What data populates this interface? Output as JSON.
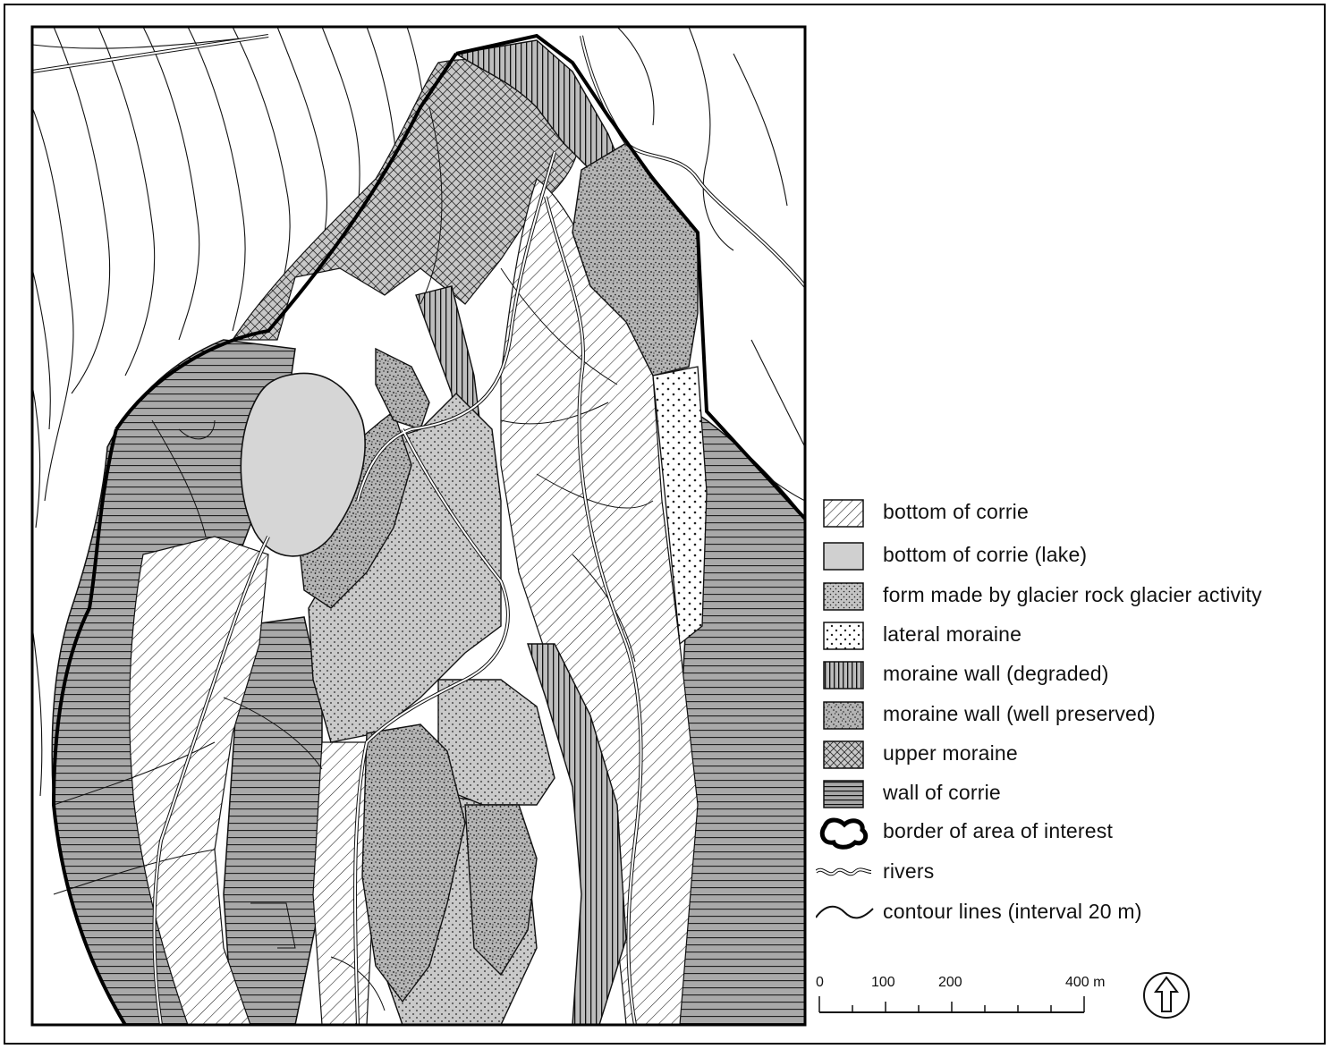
{
  "legend": [
    {
      "key": "bottom-of-corrie",
      "label": "bottom of corrie",
      "pattern": "hatch-diag"
    },
    {
      "key": "bottom-of-corrie-lake",
      "label": "bottom of corrie (lake)",
      "pattern": "gray-solid"
    },
    {
      "key": "form-glacier",
      "label": " form made by glacier rock glacier activity",
      "pattern": "dots-dense"
    },
    {
      "key": "lateral-moraine",
      "label": "lateral moraine",
      "pattern": "dots-sparse"
    },
    {
      "key": "moraine-degraded",
      "label": "moraine wall (degraded)",
      "pattern": "vertical"
    },
    {
      "key": "moraine-preserved",
      "label": "moraine wall (well preserved)",
      "pattern": "stipple"
    },
    {
      "key": "upper-moraine",
      "label": "upper moraine",
      "pattern": "crosshatch"
    },
    {
      "key": "wall-of-corrie",
      "label": "wall of corrie",
      "pattern": "horizontal"
    },
    {
      "key": "border",
      "label": "border of area of interest",
      "pattern": "border"
    },
    {
      "key": "rivers",
      "label": "rivers",
      "pattern": "river"
    },
    {
      "key": "contours",
      "label": "contour lines (interval 20 m)",
      "pattern": "contour"
    }
  ],
  "scale": {
    "ticks": [
      "0",
      "100",
      "200",
      "400 m"
    ]
  },
  "colors": {
    "ink": "#111111",
    "fill_gray": "#c8c8c8",
    "fill_dark": "#9a9a9a",
    "lake": "#d6d6d6"
  },
  "icons": {
    "north": "north-arrow-icon"
  }
}
